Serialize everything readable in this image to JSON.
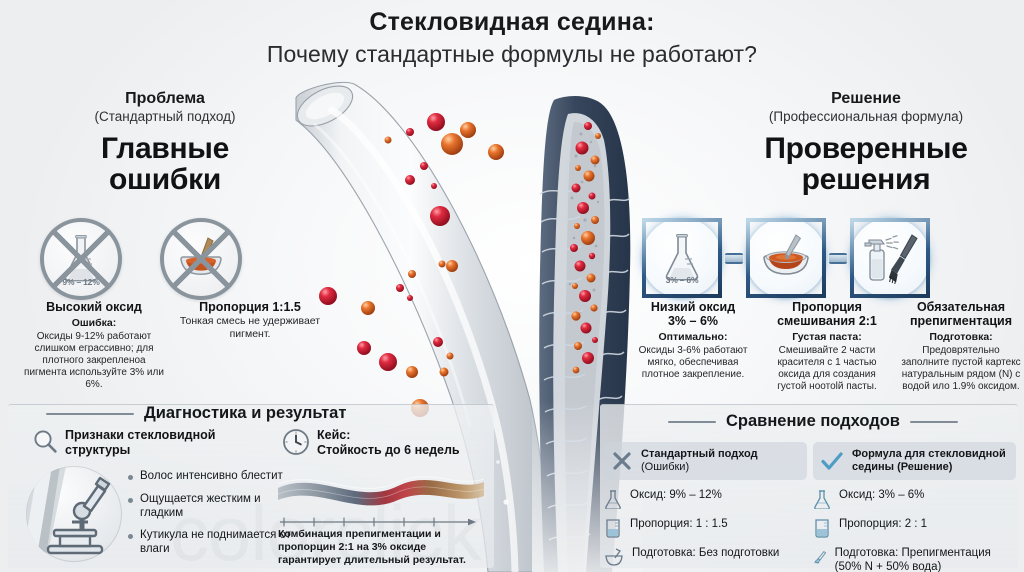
{
  "title": {
    "main": "Стекловидная седина:",
    "sub": "Почему стандартные формулы не работают?"
  },
  "watermark": "colorclick.ru",
  "left_column": {
    "kicker": "Проблема",
    "kicker_sub": "(Стандартный подход)",
    "heading_line1": "Главные",
    "heading_line2": "ошибки",
    "icons": [
      {
        "name": "flask-banned-icon",
        "badge": "9% – 12%"
      },
      {
        "name": "bowl-brush-banned-icon",
        "badge": ""
      }
    ],
    "captions": [
      {
        "title": "Высокий оксид",
        "lead": "Ошибка:",
        "body": "Оксиды 9-12% работают слишком еграссивно; для плотного закрепленоа пигмента используйте 3% или 6%."
      },
      {
        "title": "Пропорция 1:1.5",
        "lead": "",
        "body": "Тонкая смесь не удерживает пигмент."
      }
    ]
  },
  "right_column": {
    "kicker": "Решение",
    "kicker_sub": "(Профессиональная формула)",
    "heading_line1": "Проверенные",
    "heading_line2": "решения",
    "icons": [
      {
        "name": "flask-icon",
        "badge": "3% – 6%"
      },
      {
        "name": "bowl-brush-icon",
        "badge": ""
      },
      {
        "name": "spray-brush-icon",
        "badge": ""
      }
    ],
    "captions": [
      {
        "title": "Низкий оксид",
        "title2": "3% – 6%",
        "lead": "Оптимально:",
        "body": "Оксиды 3-6% работают мягко, обеспечивая плотное закрепление."
      },
      {
        "title": "Пропорция",
        "title2": "смешивания 2:1",
        "lead": "Густая паста:",
        "body": "Смешивайте 2 части красителя с 1 частью оксида для создания густой ноотоlй пасты."
      },
      {
        "title": "Обязательная",
        "title2": "препигментация",
        "lead": "Подготовка:",
        "body": "Предоврятельно заполните пустой картекс натуральным рядом (N) с водой ило 1.9% оксидом."
      }
    ]
  },
  "diagnostics": {
    "section_title": "Диагностика и результат",
    "signs": {
      "icon": "magnifier-icon",
      "title": "Признаки стекловидной структуры",
      "bullets": [
        "Волос интенсивно блестит",
        "Ощущается жестким и гладким",
        "Кутикула не поднимается от влаги"
      ]
    },
    "case": {
      "icon": "clock-icon",
      "title_line1": "Кейс:",
      "title_line2": "Стойкость до 6 недель",
      "note": "Комбинация препигментации и пропорцин 2:1 на 3% оксиде гарантирует длительный результат."
    }
  },
  "comparison": {
    "section_title": "Сравнение подходов",
    "columns": [
      {
        "icon": "cross-icon",
        "title_line1": "Стандартный подход",
        "title_line2": "(Ошибки)",
        "accent": "#6b7c8e",
        "rows": [
          {
            "icon": "flask-icon",
            "text": "Оксид: 9% – 12%"
          },
          {
            "icon": "beaker-icon",
            "text": "Пропорция: 1 : 1.5"
          },
          {
            "icon": "bowl-icon",
            "text": "Подготовка: Без подготовки"
          }
        ]
      },
      {
        "icon": "check-icon",
        "title_line1": "Формула для стекловидной",
        "title_line2": "седины (Решение)",
        "accent": "#4e9dc4",
        "rows": [
          {
            "icon": "flask-icon",
            "text": "Оксид: 3% – 6%"
          },
          {
            "icon": "beaker-icon",
            "text": "Пропорция: 2 : 1"
          },
          {
            "icon": "brush-icon",
            "text": "Подготовка: Препигментация (50% N + 50% вода)"
          }
        ]
      }
    ]
  },
  "illustration": {
    "name": "hair-shaft-pigment-diagram",
    "description": "Слева — гладкий стекловидный стержень волоса, пигментные шарики отскакивают; справа — срез с раскрытой кутикулой, пигмент закреплён внутри",
    "pigment_colors": [
      "#d9243c",
      "#e3612a",
      "#c81f35",
      "#ef8a3c"
    ],
    "cuticle_color": "#3c4c62",
    "shaft_color": "#d7dce0"
  },
  "colors": {
    "background": "#f3f4f5",
    "ink": "#15181b",
    "ban_ring": "#8a949d",
    "ok_ring": "#2e5a86",
    "panel": "#eceef0"
  }
}
